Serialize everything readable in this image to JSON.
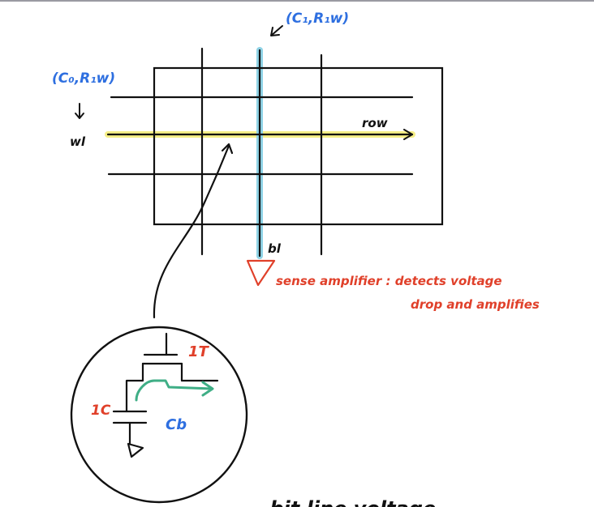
{
  "colors": {
    "ink": "#111111",
    "blue": "#2e6fe0",
    "red": "#e0402a",
    "green": "#3fae86",
    "wordline_highlight": "#f6ef86",
    "bitline_highlight": "#8fd3e6",
    "top_rule": "#9a9aa2"
  },
  "labels": {
    "top_coord": "(C₁,R₁w)",
    "left_coord": "(C₀,R₁w)",
    "wordline": "wl",
    "row": "row",
    "bitline": "bl",
    "sense_amp_line1": "sense amplifier : detects voltage",
    "sense_amp_line2": "drop and amplifies",
    "transistor": "1T",
    "capacitor": "1C",
    "cb": "Cb",
    "bottom_text": "… bit line voltage …"
  },
  "icons": {
    "arrow_to_top_coord": "arrow-down-left-icon",
    "arrow_down": "arrow-down-icon",
    "row_arrow": "arrow-right-icon",
    "sense_amp": "triangle-down-icon",
    "ground": "ground-symbol-icon"
  }
}
